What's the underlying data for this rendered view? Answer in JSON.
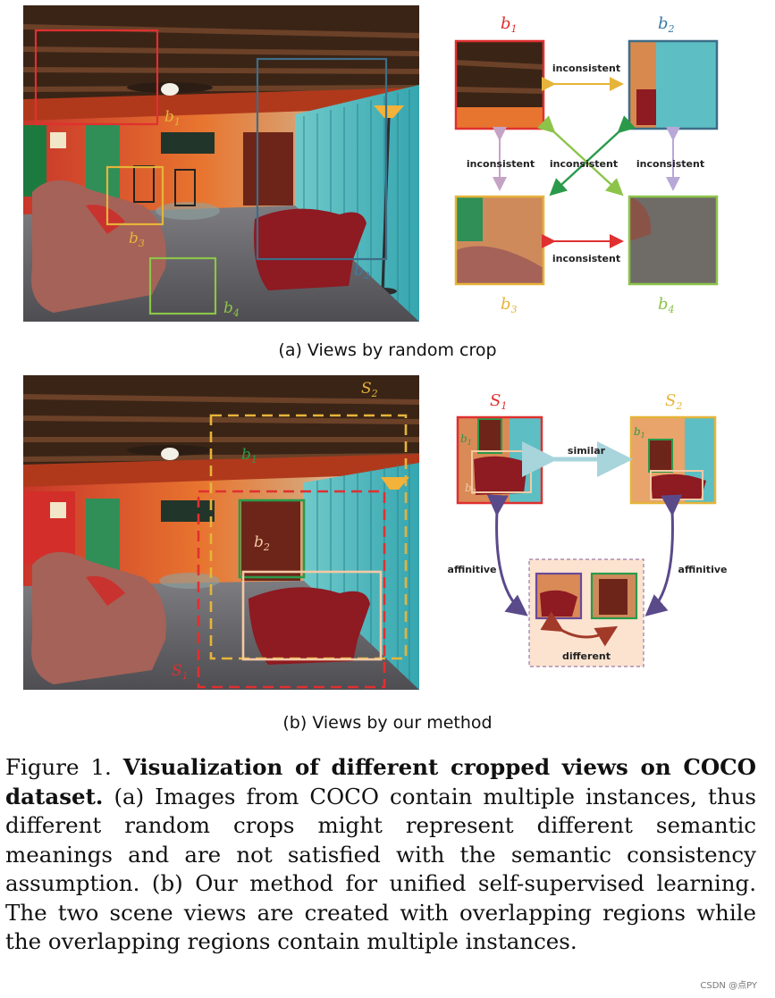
{
  "panel_a": {
    "crop_labels": [
      "b1",
      "b2",
      "b3",
      "b4"
    ],
    "relations": {
      "b1_b2": "inconsistent",
      "b1_b3": "inconsistent",
      "cross": "inconsistent",
      "b2_b4": "inconsistent",
      "b3_b4": "inconsistent"
    },
    "caption": "(a) Views by random crop"
  },
  "panel_b": {
    "scene_labels": [
      "S1",
      "S2"
    ],
    "box_labels": [
      "b1",
      "b2"
    ],
    "similar": "similar",
    "affinitive_left": "affinitive",
    "affinitive_right": "affinitive",
    "different": "different",
    "caption": "(b) Views by our method"
  },
  "figure_caption": {
    "prefix": "Figure 1.",
    "title": "Visualization of different cropped views on COCO dataset.",
    "body": " (a) Images from COCO contain multiple instances, thus different random crops might represent different semantic meanings and are not satisfied with the semantic consistency assumption. (b) Our method for unified self-supervised learning. The two scene views are created with overlapping regions while the overlapping regions contain multiple instances."
  },
  "watermark": "CSDN @点PY",
  "colors": {
    "red": "#e03030",
    "blue": "#3a7ca5",
    "yellow": "#e6b43a",
    "green": "#8cc44a",
    "dark_green": "#2a9a4a",
    "purple": "#6a4a9a",
    "peach": "#f3c9a4"
  }
}
